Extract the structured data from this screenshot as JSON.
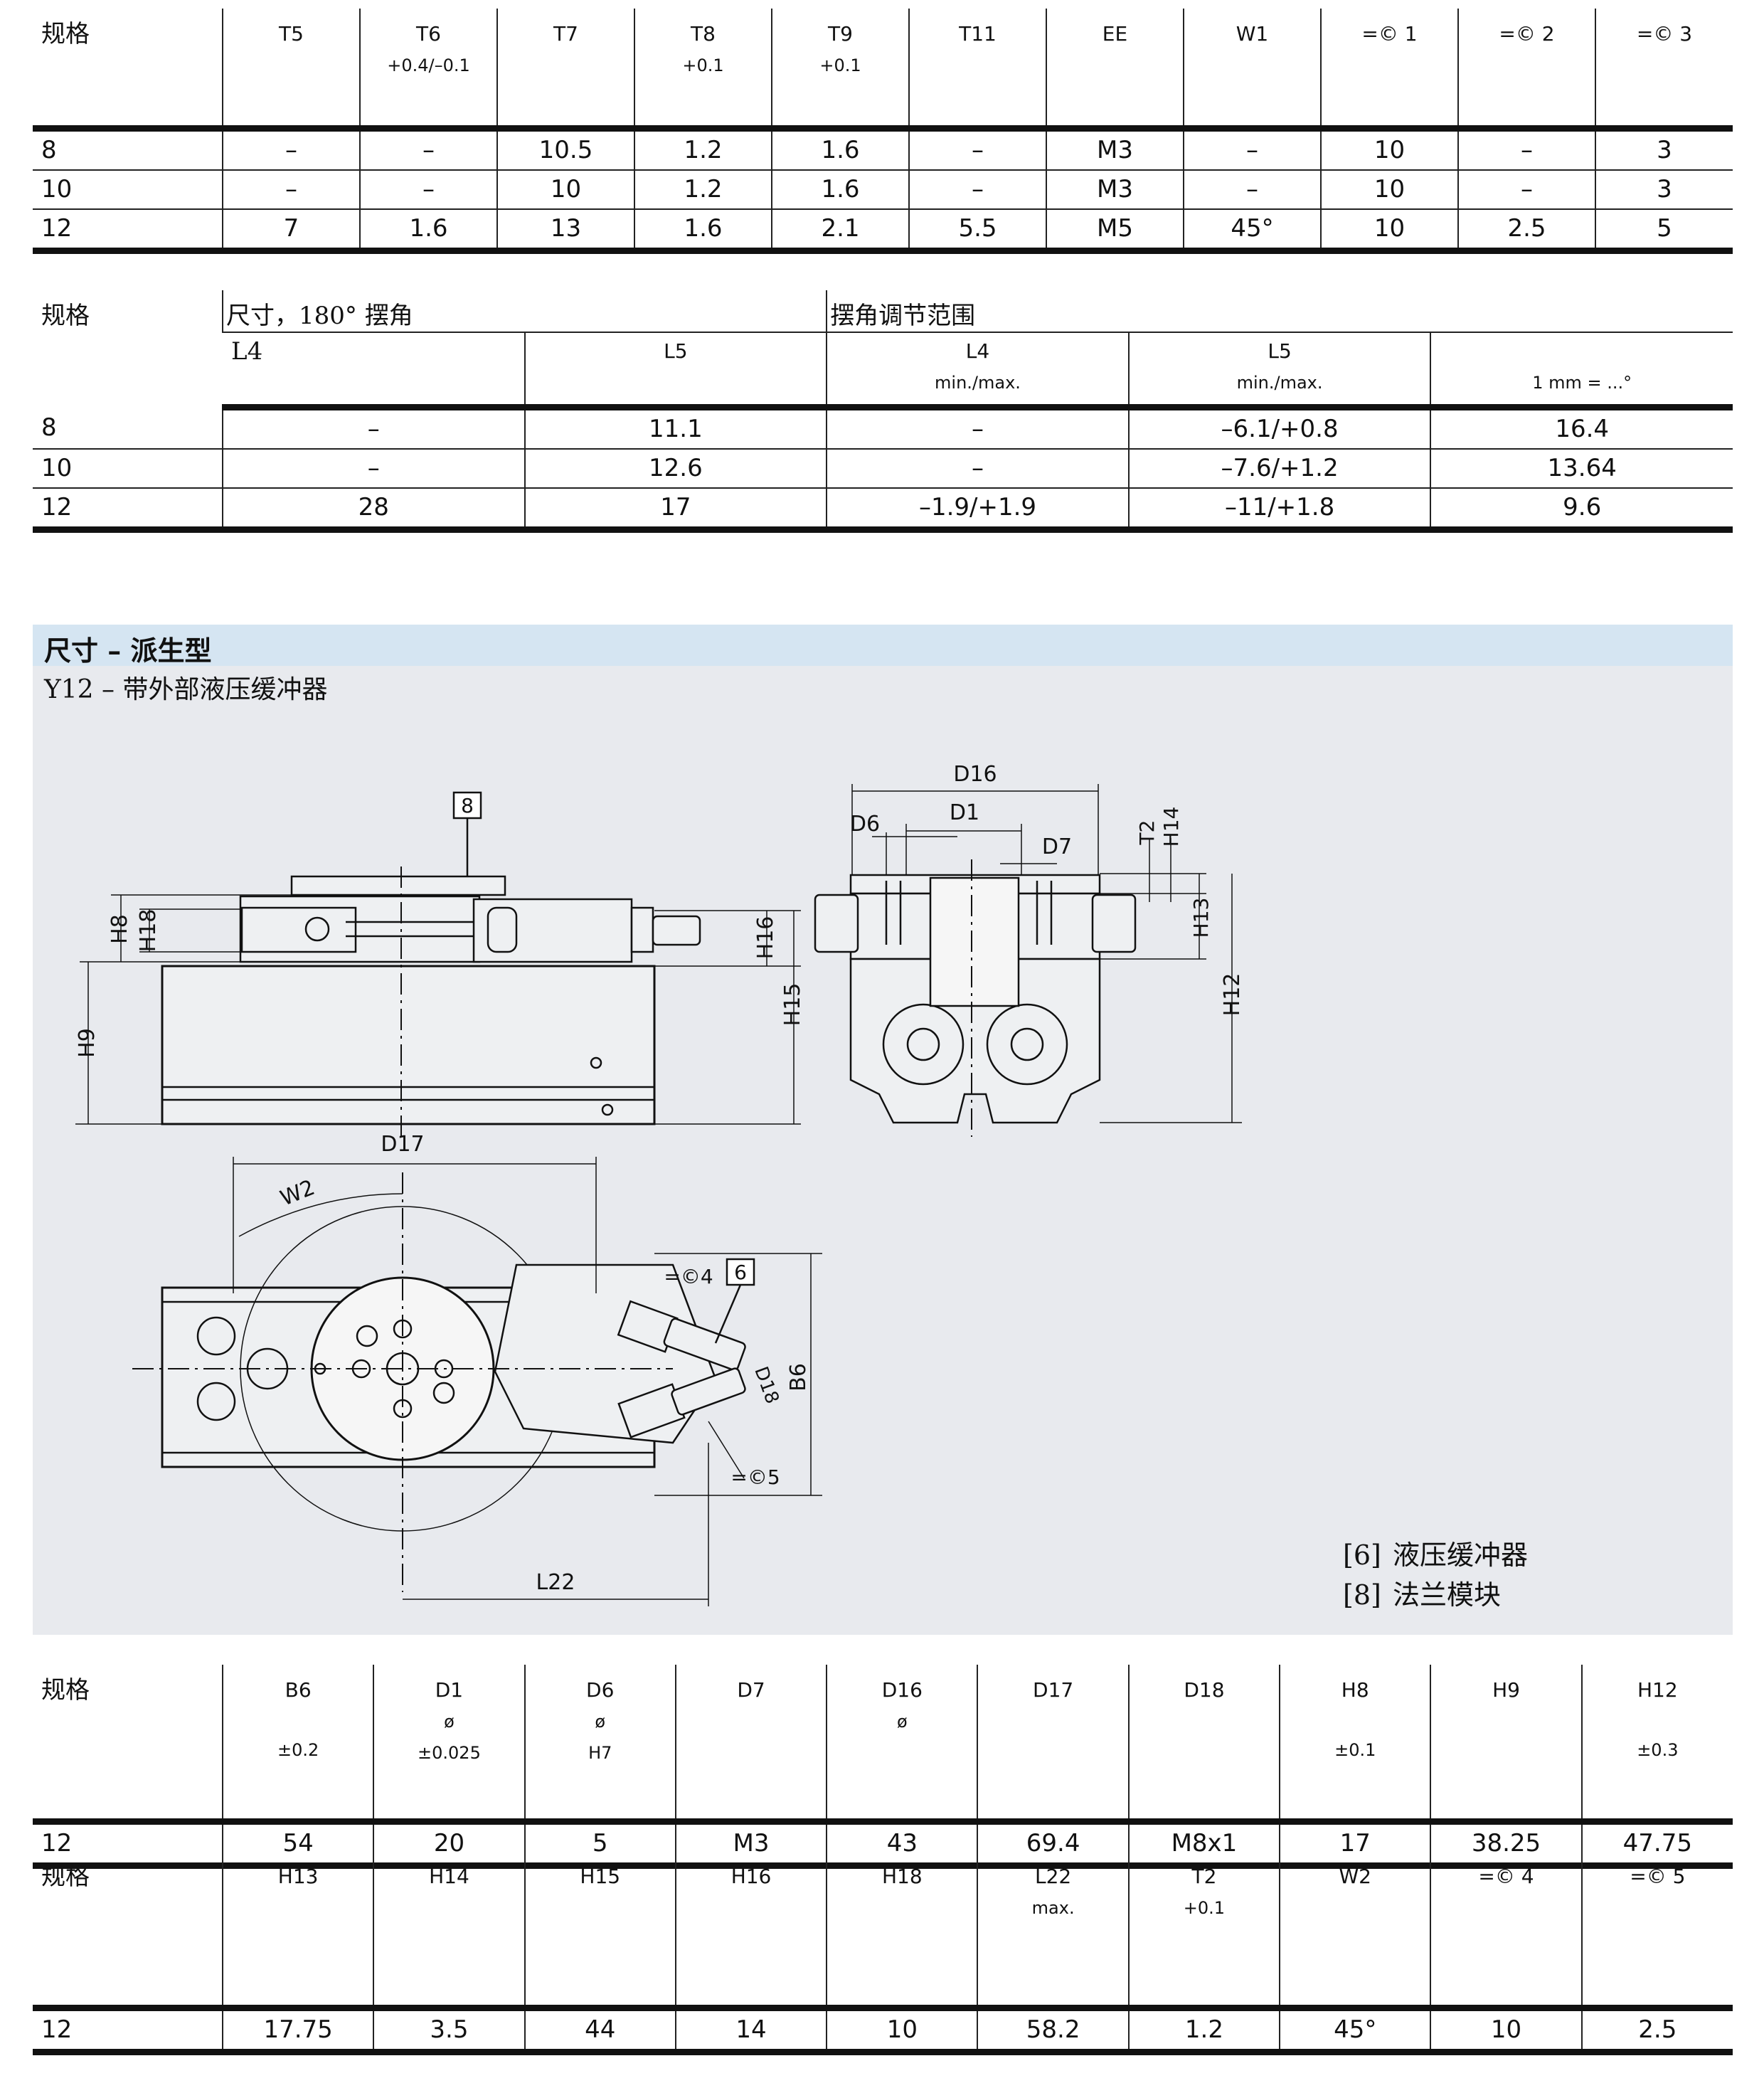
{
  "table1": {
    "headers": [
      {
        "label": "规格",
        "sub": ""
      },
      {
        "label": "T5",
        "sub": ""
      },
      {
        "label": "T6",
        "sub": "+0.4/–0.1"
      },
      {
        "label": "T7",
        "sub": ""
      },
      {
        "label": "T8",
        "sub": "+0.1"
      },
      {
        "label": "T9",
        "sub": "+0.1"
      },
      {
        "label": "T11",
        "sub": ""
      },
      {
        "label": "EE",
        "sub": ""
      },
      {
        "label": "W1",
        "sub": ""
      },
      {
        "label": "=© 1",
        "sub": ""
      },
      {
        "label": "=© 2",
        "sub": ""
      },
      {
        "label": "=© 3",
        "sub": ""
      }
    ],
    "rows": [
      [
        "8",
        "–",
        "–",
        "10.5",
        "1.2",
        "1.6",
        "–",
        "M3",
        "–",
        "10",
        "–",
        "3"
      ],
      [
        "10",
        "–",
        "–",
        "10",
        "1.2",
        "1.6",
        "–",
        "M3",
        "–",
        "10",
        "–",
        "3"
      ],
      [
        "12",
        "7",
        "1.6",
        "13",
        "1.6",
        "2.1",
        "5.5",
        "M5",
        "45°",
        "10",
        "2.5",
        "5"
      ]
    ]
  },
  "table2": {
    "col0": "规格",
    "group1": "尺寸，180° 摆角",
    "group2": "摆角调节范围",
    "headers": [
      {
        "label": "L4",
        "sub": ""
      },
      {
        "label": "L5",
        "sub": ""
      },
      {
        "label": "L4",
        "sub": "min./max."
      },
      {
        "label": "L5",
        "sub": "min./max."
      },
      {
        "label": "",
        "sub": "1 mm = ...°"
      }
    ],
    "rows": [
      [
        "8",
        "–",
        "11.1",
        "–",
        "–6.1/+0.8",
        "16.4"
      ],
      [
        "10",
        "–",
        "12.6",
        "–",
        "–7.6/+1.2",
        "13.64"
      ],
      [
        "12",
        "28",
        "17",
        "–1.9/+1.9",
        "–11/+1.8",
        "9.6"
      ]
    ]
  },
  "section": {
    "title": "尺寸 – 派生型",
    "subtitle": "Y12 – 带外部液压缓冲器",
    "legend": [
      {
        "key": "[6]",
        "text": "液压缓冲器"
      },
      {
        "key": "[8]",
        "text": "法兰模块"
      }
    ]
  },
  "drawing_labels": {
    "callout_8": "8",
    "callout_6": "6",
    "h8": "H8",
    "h18": "H18",
    "h9": "H9",
    "h16": "H16",
    "h15": "H15",
    "d16": "D16",
    "d1": "D1",
    "d7": "D7",
    "d6": "D6",
    "t2": "T2",
    "h14": "H14",
    "h13": "H13",
    "h12": "H12",
    "d17": "D17",
    "w2": "W2",
    "s4": "=©4",
    "s5": "=©5",
    "d18": "D18",
    "b6": "B6",
    "l22": "L22"
  },
  "table3": {
    "headers": [
      {
        "label": "规格",
        "sym": "",
        "sub": ""
      },
      {
        "label": "B6",
        "sym": "",
        "sub": "±0.2"
      },
      {
        "label": "D1",
        "sym": "ø",
        "sub": "±0.025"
      },
      {
        "label": "D6",
        "sym": "ø",
        "sub": "H7"
      },
      {
        "label": "D7",
        "sym": "",
        "sub": ""
      },
      {
        "label": "D16",
        "sym": "ø",
        "sub": ""
      },
      {
        "label": "D17",
        "sym": "",
        "sub": ""
      },
      {
        "label": "D18",
        "sym": "",
        "sub": ""
      },
      {
        "label": "H8",
        "sym": "",
        "sub": "±0.1"
      },
      {
        "label": "H9",
        "sym": "",
        "sub": ""
      },
      {
        "label": "H12",
        "sym": "",
        "sub": "±0.3"
      }
    ],
    "rows": [
      [
        "12",
        "54",
        "20",
        "5",
        "M3",
        "43",
        "69.4",
        "M8x1",
        "17",
        "38.25",
        "47.75"
      ]
    ]
  },
  "table4": {
    "headers": [
      {
        "label": "规格",
        "sub": ""
      },
      {
        "label": "H13",
        "sub": ""
      },
      {
        "label": "H14",
        "sub": ""
      },
      {
        "label": "H15",
        "sub": ""
      },
      {
        "label": "H16",
        "sub": ""
      },
      {
        "label": "H18",
        "sub": ""
      },
      {
        "label": "L22",
        "sub": "max."
      },
      {
        "label": "T2",
        "sub": "+0.1"
      },
      {
        "label": "W2",
        "sub": ""
      },
      {
        "label": "=© 4",
        "sub": ""
      },
      {
        "label": "=© 5",
        "sub": ""
      }
    ],
    "rows": [
      [
        "12",
        "17.75",
        "3.5",
        "44",
        "14",
        "10",
        "58.2",
        "1.2",
        "45°",
        "10",
        "2.5"
      ]
    ]
  }
}
